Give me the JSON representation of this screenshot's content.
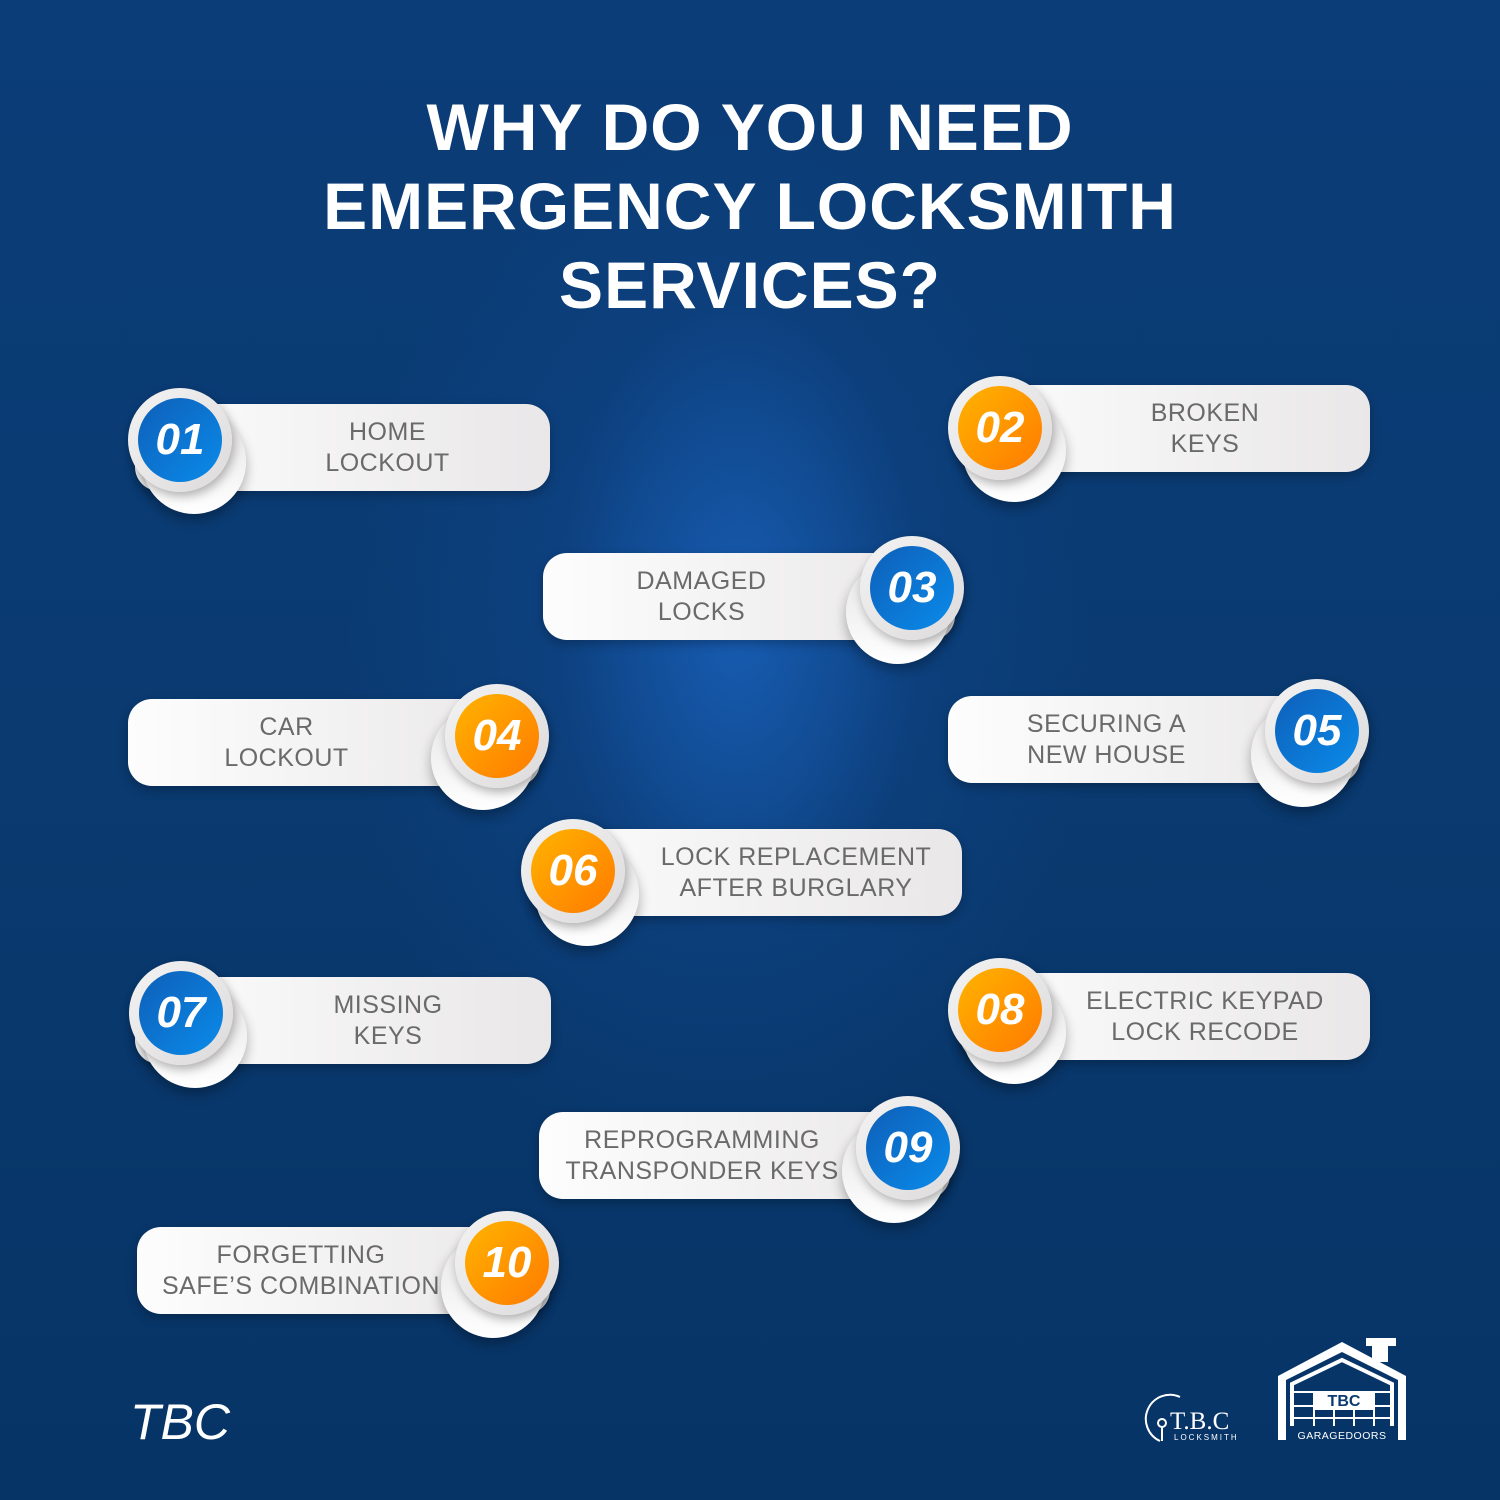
{
  "title": {
    "line1": "WHY DO YOU NEED",
    "line2": "EMERGENCY LOCKSMITH",
    "line3": "SERVICES?"
  },
  "items": [
    {
      "number": "01",
      "line1": "HOME",
      "line2": "LOCKOUT",
      "color": "#0a7fdc"
    },
    {
      "number": "02",
      "line1": "BROKEN",
      "line2": "KEYS",
      "color": "#ff9500"
    },
    {
      "number": "03",
      "line1": "DAMAGED",
      "line2": "LOCKS",
      "color": "#0a7fdc"
    },
    {
      "number": "04",
      "line1": "CAR",
      "line2": "LOCKOUT",
      "color": "#ff9500"
    },
    {
      "number": "05",
      "line1": "SECURING A",
      "line2": "NEW HOUSE",
      "color": "#0a7fdc"
    },
    {
      "number": "06",
      "line1": "LOCK REPLACEMENT",
      "line2": "AFTER BURGLARY",
      "color": "#ff9500"
    },
    {
      "number": "07",
      "line1": "MISSING",
      "line2": "KEYS",
      "color": "#0a7fdc"
    },
    {
      "number": "08",
      "line1": "ELECTRIC KEYPAD",
      "line2": "LOCK RECODE",
      "color": "#ff9500"
    },
    {
      "number": "09",
      "line1": "REPROGRAMMING",
      "line2": "TRANSPONDER KEYS",
      "color": "#0a7fdc"
    },
    {
      "number": "10",
      "line1": "FORGETTING",
      "line2": "SAFE’S COMBINATION",
      "color": "#ff9500"
    }
  ],
  "footer": {
    "brand": "TBC",
    "logo_locksmith": "T.B.C",
    "logo_locksmith_sub": "LOCKSMITH",
    "logo_garage": "TBC",
    "logo_garage_sub": "GARAGEDOORS"
  }
}
